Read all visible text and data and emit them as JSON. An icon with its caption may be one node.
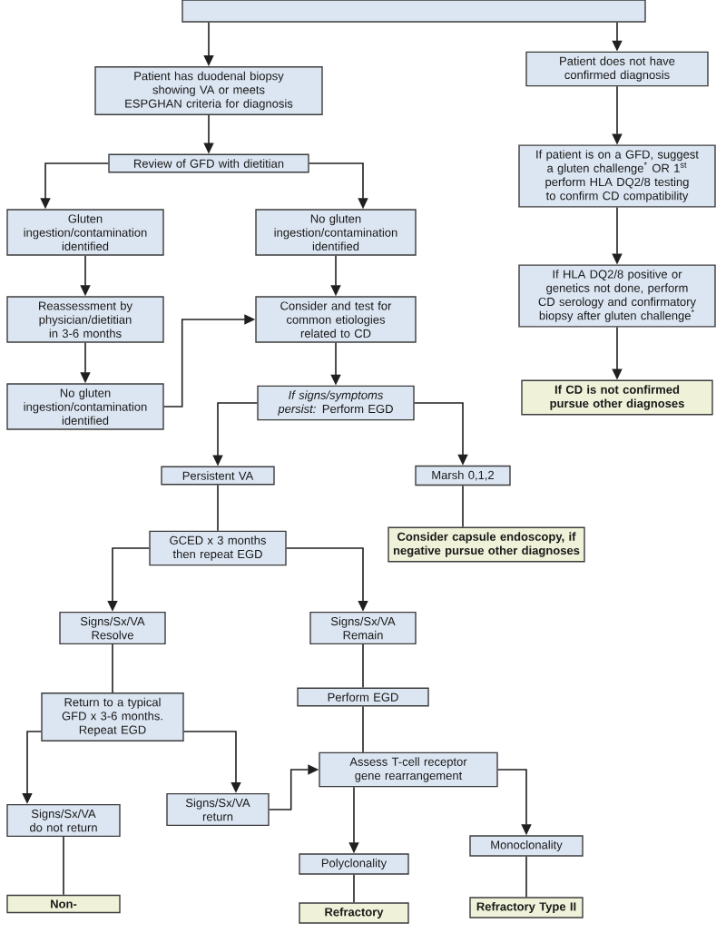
{
  "diagram": {
    "nodes": [
      {
        "text": [],
        "shape": "box"
      },
      {
        "text": [
          "Patient has duodenal biopsy showing VA or meets ESPGHAN criteria for diagnosis"
        ]
      },
      {
        "text": [
          "Review of GFD with dietitian"
        ]
      },
      {
        "text": [
          "Gluten ingestion/contamination identified"
        ]
      },
      {
        "text": [
          "No gluten ingestion/contamination identified"
        ]
      },
      {
        "text": [
          "Reassessment by physician/dietitian in 3-6 months"
        ]
      },
      {
        "text": [
          "Consider and test for common etiologies related to CD"
        ]
      },
      {
        "text": [
          "No gluten ingestion/contamination identified"
        ]
      },
      {
        "text": [
          "*If signs/symptoms persist:* Perform EGD"
        ]
      },
      {
        "text": [
          "Persistent VA"
        ]
      },
      {
        "text": [
          "Marsh 0,1,2"
        ]
      },
      {
        "text": [
          "Consider capsule endoscopy, if negative pursue other diagnoses"
        ]
      },
      {
        "text": [
          "GCED x 3 months then repeat EGD"
        ]
      },
      {
        "text": [
          "Signs/Sx/VA Resolve"
        ]
      },
      {
        "text": [
          "Signs/Sx/VA Remain"
        ]
      },
      {
        "text": [
          "Return to a typical GFD x 3-6 months. Repeat EGD"
        ]
      },
      {
        "text": [
          "Perform EGD"
        ]
      },
      {
        "text": [
          "Signs/Sx/VA do not return"
        ]
      },
      {
        "text": [
          "Signs/Sx/VA return"
        ]
      },
      {
        "text": [
          "Assess T-cell receptor gene rearrangement"
        ]
      },
      {
        "text": [
          "Polyclonality"
        ]
      },
      {
        "text": [
          "Monoclonality"
        ]
      },
      {
        "text": [
          "Non-"
        ]
      },
      {
        "text": [
          "Refractory"
        ]
      },
      {
        "text": [
          "Refractory Type II"
        ]
      },
      {
        "text": [
          "Patient does not have confirmed diagnosis"
        ]
      },
      {
        "text": [
          "If patient is on a GFD, suggest a gluten challenge$^{*}$ OR 1$^{st}$ perform HLA DQ2/8 testing to confirm CD compatibility"
        ]
      },
      {
        "text": [
          "If HLA DQ2/8 positive or genetics not done, perform CD serology and confirmatory biopsy after gluten challenge$^{*}$"
        ]
      },
      {
        "text": [
          "If CD is not confirmed pursue other diagnoses"
        ]
      }
    ],
    "edges": [
      {
        "from": 0,
        "to": 1,
        "arrow": "to"
      },
      {
        "from": 0,
        "to": 25,
        "arrow": "to"
      },
      {
        "from": 1,
        "to": 2,
        "arrow": "to"
      },
      {
        "from": 2,
        "to": 3,
        "arrow": "to"
      },
      {
        "from": 2,
        "to": 4,
        "arrow": "to"
      },
      {
        "from": 3,
        "to": 5,
        "arrow": "to"
      },
      {
        "from": 4,
        "to": 6,
        "arrow": "to"
      },
      {
        "from": 5,
        "to": 7,
        "arrow": "to"
      },
      {
        "from": 7,
        "to": 6,
        "arrow": "to"
      },
      {
        "from": 6,
        "to": 8,
        "arrow": "to"
      },
      {
        "from": 8,
        "to": 9,
        "arrow": "to"
      },
      {
        "from": 8,
        "to": 10,
        "arrow": "to"
      },
      {
        "from": 10,
        "to": 11,
        "arrow": "none"
      },
      {
        "from": 9,
        "to": 12,
        "arrow": "none"
      },
      {
        "from": 12,
        "to": 13,
        "arrow": "to"
      },
      {
        "from": 12,
        "to": 14,
        "arrow": "to"
      },
      {
        "from": 13,
        "to": 15,
        "arrow": "none"
      },
      {
        "from": 14,
        "to": 16,
        "arrow": "none"
      },
      {
        "from": 15,
        "to": 17,
        "arrow": "to"
      },
      {
        "from": 15,
        "to": 18,
        "arrow": "to"
      },
      {
        "from": 16,
        "to": 19,
        "arrow": "none"
      },
      {
        "from": 18,
        "to": 19,
        "arrow": "to"
      },
      {
        "from": 19,
        "to": 20,
        "arrow": "to"
      },
      {
        "from": 19,
        "to": 21,
        "arrow": "to"
      },
      {
        "from": 17,
        "to": 22,
        "arrow": "none"
      },
      {
        "from": 20,
        "to": 23,
        "arrow": "none"
      },
      {
        "from": 21,
        "to": 24,
        "arrow": "none"
      },
      {
        "from": 25,
        "to": 26,
        "arrow": "to"
      },
      {
        "from": 26,
        "to": 27,
        "arrow": "to"
      },
      {
        "from": 27,
        "to": 28,
        "arrow": "to"
      }
    ]
  }
}
